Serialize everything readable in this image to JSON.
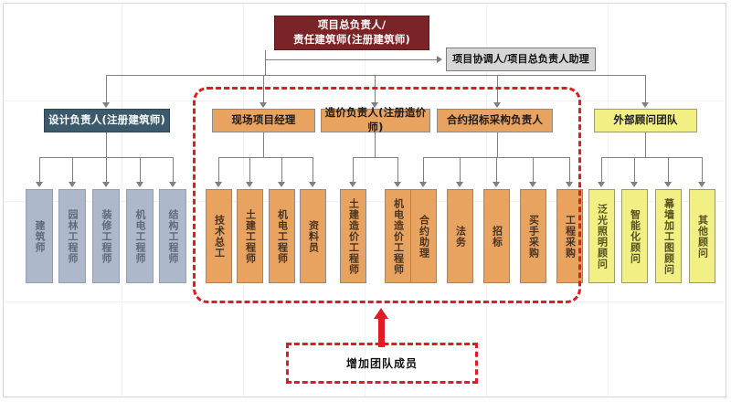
{
  "chart_data": {
    "type": "diagram",
    "title": "项目团队组织架构图",
    "nodes": {
      "top": {
        "label": "项目总负责人/\n责任建筑师(注册建筑师)",
        "line1": "项目总负责人/",
        "line2": "责任建筑师(注册建筑师)",
        "color": "#7b2427"
      },
      "coordinator": {
        "label": "项目协调人/项目总负责人助理",
        "color": "#d6d6d6"
      },
      "design_lead": {
        "label": "设计负责人(注册建筑师)",
        "color": "#3d5a6c"
      },
      "site_manager": {
        "label": "现场项目经理",
        "color": "#e8a361"
      },
      "cost_lead": {
        "label": "造价负责人(注册造价师)",
        "color": "#e8a361"
      },
      "contract_lead": {
        "label": "合约招标采构负责人",
        "color": "#e8a361"
      },
      "external_team": {
        "label": "外部顾问团队",
        "color": "#f2ef84"
      }
    },
    "groups": [
      {
        "parent": "design_lead",
        "color": "#adb9ca",
        "members": [
          "建筑师",
          "园林工程师",
          "装修工程师",
          "机电工程师",
          "结构工程师"
        ]
      },
      {
        "parent": "site_manager",
        "color": "#e8a361",
        "members": [
          "技术总工",
          "土建工程师",
          "机电工程师",
          "资料员"
        ]
      },
      {
        "parent": "cost_lead",
        "color": "#e8a361",
        "members": [
          "土建造价工程师",
          "机电造价工程师"
        ]
      },
      {
        "parent": "contract_lead",
        "color": "#e8a361",
        "members": [
          "合约助理",
          "法务",
          "招标",
          "买手采购",
          "工程采购"
        ]
      },
      {
        "parent": "external_team",
        "color": "#f2ef84",
        "members": [
          "泛光照明顾问",
          "智能化顾问",
          "幕墙加工图顾问",
          "其他顾问"
        ]
      }
    ],
    "annotation": {
      "label": "增加团队成员",
      "color": "#e01b24",
      "style": "dashed-red-box-with-up-arrow"
    },
    "highlight_region": {
      "label": "红色虚线框选区域",
      "color": "#e01b24",
      "covers": [
        "site_manager",
        "cost_lead",
        "contract_lead"
      ]
    }
  },
  "colors": {
    "dark_red": "#7b2427",
    "slate_blue": "#3d5a6c",
    "orange": "#e8a361",
    "yellow": "#f2ef84",
    "blue_gray": "#adb9ca",
    "gray": "#d6d6d6",
    "red_accent": "#e01b24",
    "connector": "#7f7f7f"
  },
  "top": {
    "line1": "项目总负责人/",
    "line2": "责任建筑师(注册建筑师)"
  },
  "coordinator": {
    "label": "项目协调人/项目总负责人助理"
  },
  "level2": {
    "design_lead": "设计负责人(注册建筑师)",
    "site_manager": "现场项目经理",
    "cost_lead": "造价负责人(注册造价师)",
    "contract_lead": "合约招标采构负责人",
    "external_team": "外部顾问团队"
  },
  "leaves": {
    "design": [
      "建筑师",
      "园林工程师",
      "装修工程师",
      "机电工程师",
      "结构工程师"
    ],
    "site": [
      "技术总工",
      "土建工程师",
      "机电工程师",
      "资料员"
    ],
    "cost": [
      "土建造价工程师",
      "机电造价工程师"
    ],
    "contract": [
      "合约助理",
      "法务",
      "招标",
      "买手采购",
      "工程采购"
    ],
    "external": [
      "泛光照明顾问",
      "智能化顾问",
      "幕墙加工图顾问",
      "其他顾问"
    ]
  },
  "annotation": {
    "label": "增加团队成员"
  }
}
